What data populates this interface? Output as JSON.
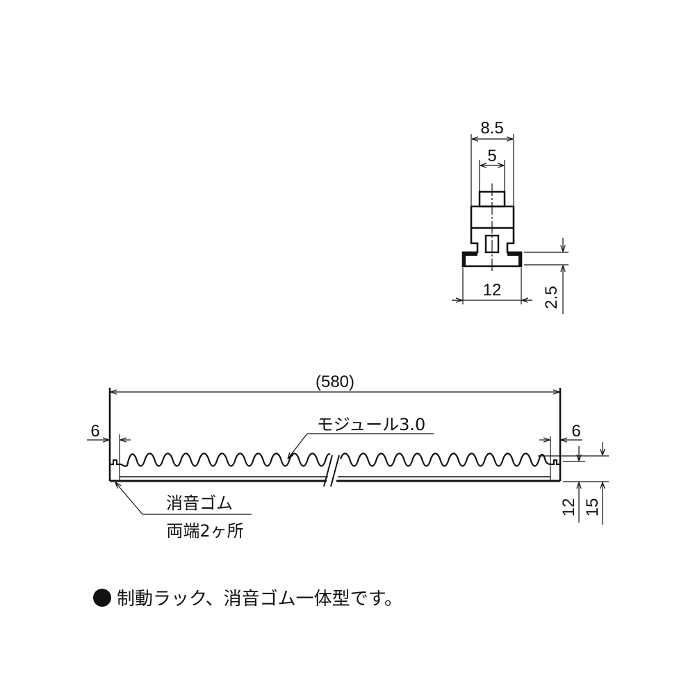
{
  "end_view": {
    "dims": {
      "top_width": "8.5",
      "tooth_width": "5",
      "base_width": "12",
      "flange_height": "2.5"
    }
  },
  "side_view": {
    "dims": {
      "overall_length": "(580)",
      "left_offset": "6",
      "right_offset": "6",
      "height_to_teeth": "12",
      "total_height": "15"
    },
    "labels": {
      "module": "モジュール3.0",
      "rubber_line1": "消音ゴム",
      "rubber_line2": "両端2ヶ所"
    }
  },
  "note": {
    "bullet": "●",
    "text": "制動ラック、消音ゴム一体型です。"
  },
  "colors": {
    "line": "#111111",
    "background": "#ffffff"
  }
}
